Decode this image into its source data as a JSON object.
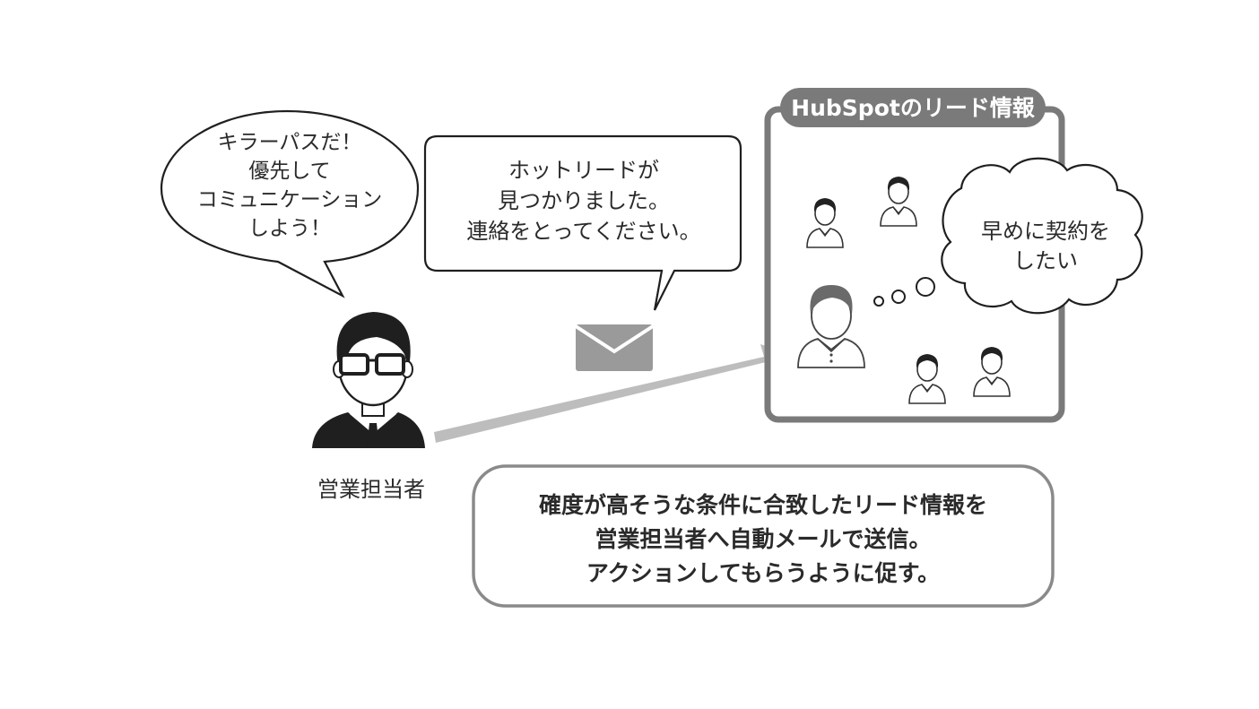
{
  "salesperson": {
    "label": "営業担当者",
    "speech": [
      "キラーパスだ！",
      "優先して",
      "コミュニケーション",
      "しよう！"
    ]
  },
  "notification": {
    "lines": [
      "ホットリードが",
      "見つかりました。",
      "連絡をとってください。"
    ],
    "icon": "envelope-icon"
  },
  "hubspot": {
    "title": "HubSpotのリード情報",
    "thought": [
      "早めに契約を",
      "したい"
    ]
  },
  "caption": {
    "lines": [
      "確度が高そうな条件に合致したリード情報を",
      "営業担当者へ自動メールで送信。",
      "アクションしてもらうように促す。"
    ]
  },
  "colors": {
    "frame": "#7a7a7a",
    "arrow": "#bdbdbd",
    "envelope": "#9a9a9a",
    "ink": "#1f1f1f"
  }
}
